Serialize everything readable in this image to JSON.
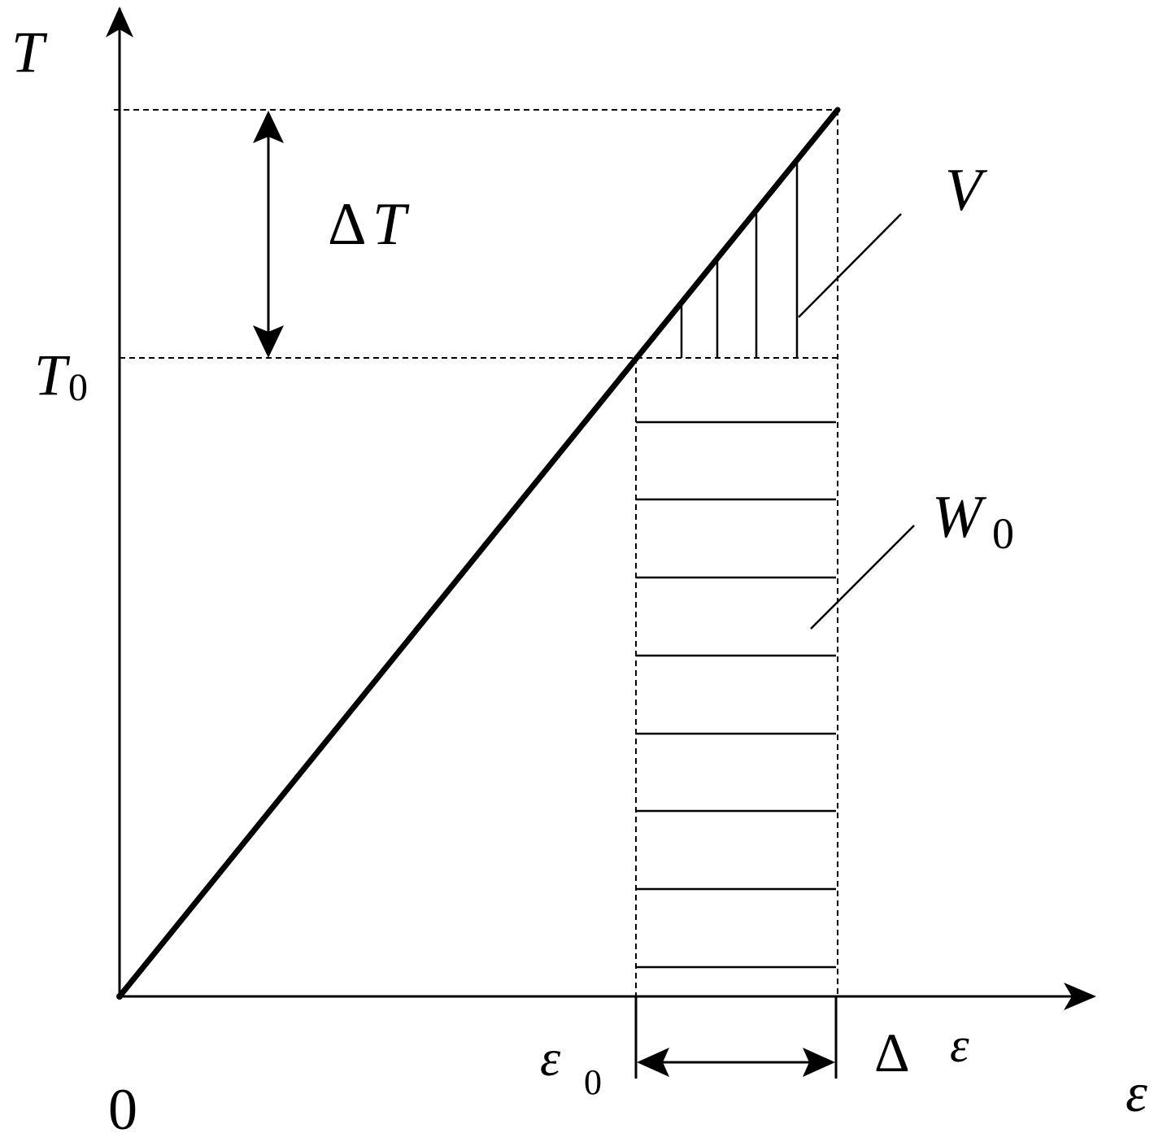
{
  "labels": {
    "y_axis": "T",
    "x_axis": "ε",
    "origin": "0",
    "t0_main": "T",
    "t0_sub": "0",
    "delta_t_symbol": "Δ",
    "delta_t_var": "T",
    "v": "V",
    "w0_main": "W",
    "w0_sub": "0",
    "eps0_main": "ε",
    "eps0_sub": "0",
    "delta_eps_symbol": "Δ",
    "delta_eps_var": "ε"
  },
  "colors": {
    "ink": "#000000",
    "background": "#ffffff"
  }
}
